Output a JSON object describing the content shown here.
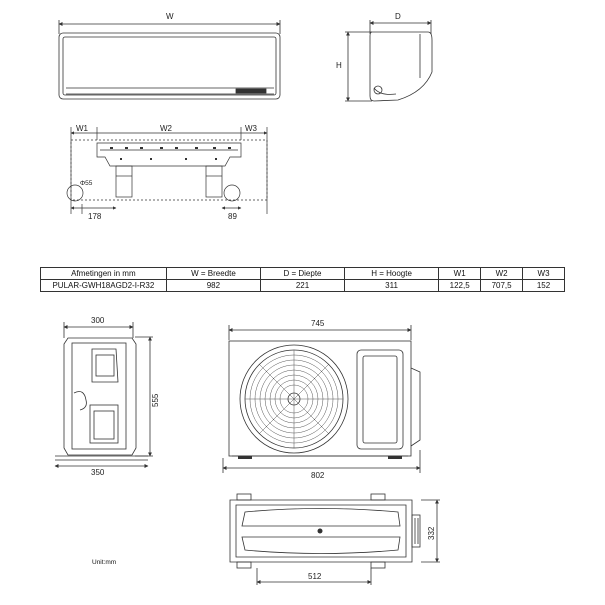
{
  "indoor_front": {
    "label_w": "W"
  },
  "indoor_side": {
    "label_d": "D",
    "label_h": "H"
  },
  "mounting_plate": {
    "label_w1": "W1",
    "label_w2": "W2",
    "label_w3": "W3",
    "label_pipe_dia": "Φ55",
    "label_left_offset": "178",
    "label_right_offset": "89"
  },
  "spec_table": {
    "headers": [
      "Afmetingen in mm",
      "W = Breedte",
      "D = Diepte",
      "H = Hoogte",
      "W1",
      "W2",
      "W3"
    ],
    "rows": [
      [
        "PULAR-GWH18AGD2-I-R32",
        "982",
        "221",
        "311",
        "122,5",
        "707,5",
        "152"
      ]
    ]
  },
  "outdoor_side": {
    "top_width": "300",
    "height": "555",
    "foot_width": "350"
  },
  "outdoor_front": {
    "top_width": "745",
    "total_width": "802"
  },
  "outdoor_top": {
    "depth": "332",
    "foot_spacing": "512"
  },
  "unit_note": "Unit:mm"
}
